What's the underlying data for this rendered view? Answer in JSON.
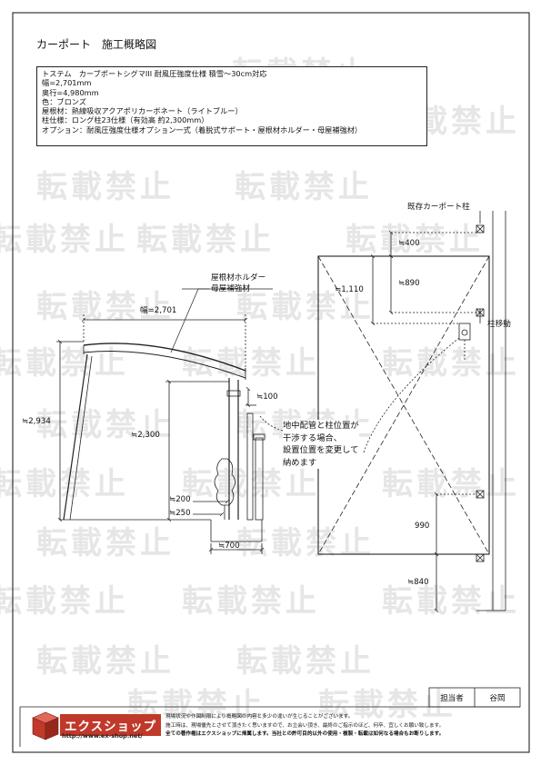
{
  "header": {
    "title": "カーポート　施工概略図"
  },
  "spec": {
    "lines": [
      "トステム　カーブポートシグマIII 耐風圧強度仕様 積雪〜30cm対応",
      "幅=2,701mm",
      "奥行=4,980mm",
      "色：ブロンズ",
      "屋根材：熱線吸収アクアポリカーボネート（ライトブルー）",
      "柱仕様：ロング柱23仕様（有効高 約2,300mm）",
      "オプション：耐風圧強度仕様オプション一式（着脱式サポート・屋根材ホルダー・母屋補強材）"
    ]
  },
  "elevation": {
    "width_dim": "幅=2,701",
    "callout_line1": "屋根材ホルダー",
    "callout_line2": "母屋補強材",
    "height_total": "≒2,934",
    "height_post": "≒2,300",
    "dim_100": "≒100",
    "dim_200": "≒200",
    "dim_250": "≒250",
    "dim_700": "≒700"
  },
  "plan": {
    "existing_post": "既存カーポート柱",
    "move_post": "柱移動",
    "dim_400": "≒400",
    "dim_890": "≒890",
    "dim_1110": "≒1,110",
    "dim_990": "990",
    "dim_840": "≒840"
  },
  "note": {
    "lines": [
      "地中配管と柱位置が",
      "干渉する場合、",
      "設置位置を変更して",
      "納めます"
    ]
  },
  "watermark": {
    "text": "転載禁止"
  },
  "footer": {
    "logo": "エクスショップ",
    "url": "http://www.ex-shop.net/",
    "disclaimer": [
      "現場状況や作図制限により概略図の内容と多少の違いが生じることがございます。",
      "施工時は、現場優先とさせて頂きたく思いますので、お立会い頂き、最終のご指示のほど、何卒、宜しくお願い致します。",
      "全ての著作権はエクスショップに帰属します。当社との許可目的以外の使用・複製・転載は如何なる場合もお断りします。"
    ],
    "staff_label": "担当者",
    "staff_name": "谷岡"
  },
  "colors": {
    "logo_red": "#c0392b",
    "line": "#222222",
    "watermark": "#e6e6e6"
  }
}
